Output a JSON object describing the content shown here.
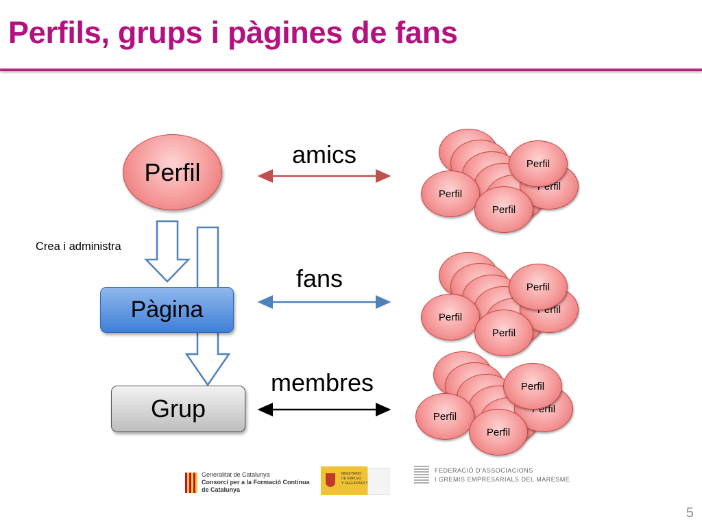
{
  "title": "Perfils, grups i pàgines de fans",
  "nodes": {
    "perfil": "Perfil",
    "pagina": "Pàgina",
    "grup": "Grup"
  },
  "side_label": "Crea i administra",
  "relations": {
    "amics": "amics",
    "fans": "fans",
    "membres": "membres"
  },
  "cluster_label": "Perfil",
  "colors": {
    "title": "#b3127e",
    "amics_arrow": "#c0504d",
    "fans_arrow": "#4f81bd",
    "membres_arrow": "#000000"
  },
  "footer": {
    "logo1_lines": [
      "Generalitat de Catalunya",
      "Consorci per a la Formació Contínua",
      "de Catalunya"
    ],
    "logo2_lines": [
      "MINISTERIO",
      "DE EMPLEO",
      "Y SEGURIDAD SOCIAL"
    ],
    "logo3_lines": [
      "FEDERACIÓ D'ASSOCIACIONS",
      "I GREMIS EMPRESARIALS DEL MARESME"
    ],
    "page_number": "5"
  }
}
